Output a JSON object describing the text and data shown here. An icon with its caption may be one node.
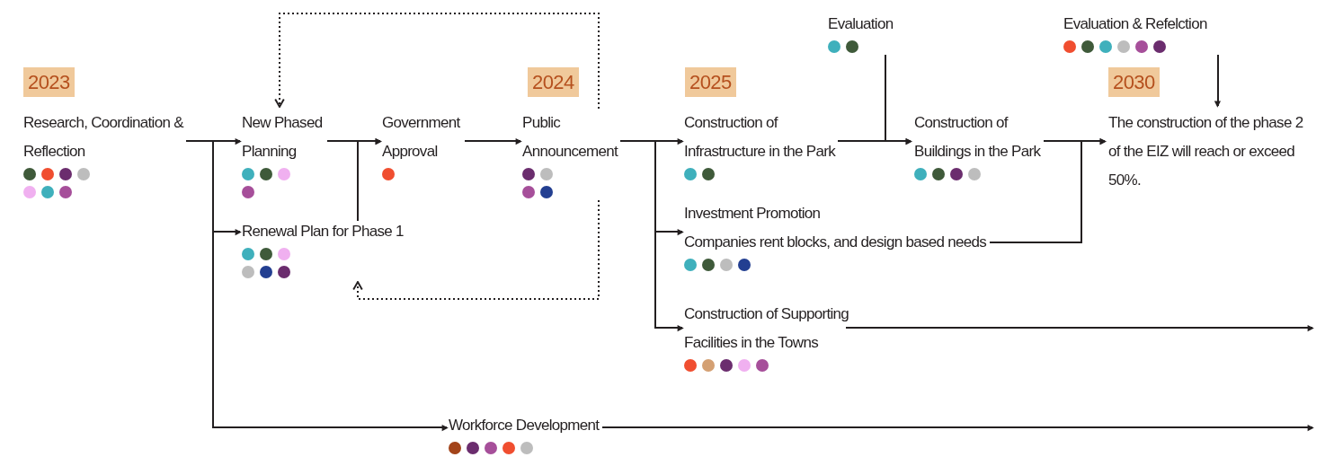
{
  "diagram": {
    "nodes": [
      {
        "text": [
          "Research,  Coordination & Reflection"
        ]
      },
      {
        "text": [
          "New Phased Planning"
        ]
      },
      {
        "text": [
          "Renewal Plan for Phase 1"
        ]
      },
      {
        "text": [
          "Government Approval"
        ]
      },
      {
        "text": [
          "Public Announcement"
        ]
      },
      {
        "text": [
          "Construction of Infrastructure in the Park"
        ]
      },
      {
        "text": [
          "Investment Promotion",
          "Companies rent blocks, and design based needs"
        ]
      },
      {
        "text": [
          "Construction of Supporting Facilities in the Towns"
        ]
      },
      {
        "text": [
          "Workforce Development"
        ]
      },
      {
        "text": [
          "Evaluation"
        ]
      },
      {
        "text": [
          "Construction of Buildings in the Park"
        ]
      },
      {
        "text": [
          "Evaluation & Refelction"
        ]
      },
      {
        "text": [
          "The construction of the phase 2 of the EIZ will reach or exceed 50%."
        ]
      }
    ],
    "edges": [
      {
        "from": 0,
        "to": 1,
        "arrow": "to"
      },
      {
        "from": 0,
        "to": 2,
        "arrow": "to"
      },
      {
        "from": 0,
        "to": 8,
        "arrow": "to"
      },
      {
        "from": 1,
        "to": 3,
        "arrow": "to"
      },
      {
        "from": 2,
        "to": 3,
        "arrow": "to"
      },
      {
        "from": 3,
        "to": 4,
        "arrow": "to"
      },
      {
        "from": 4,
        "to": 1,
        "arrow": "to",
        "style": "dashed"
      },
      {
        "from": 4,
        "to": 2,
        "arrow": "to",
        "style": "dashed"
      },
      {
        "from": 4,
        "to": 5,
        "arrow": "to"
      },
      {
        "from": 4,
        "to": 6,
        "arrow": "to"
      },
      {
        "from": 4,
        "to": 7,
        "arrow": "to"
      },
      {
        "from": 5,
        "to": 10,
        "arrow": "to"
      },
      {
        "from": 9,
        "to": 10,
        "arrow": "to"
      },
      {
        "from": 10,
        "to": 12,
        "arrow": "to"
      },
      {
        "from": 6,
        "to": 12,
        "arrow": "to"
      },
      {
        "from": 11,
        "to": 12,
        "arrow": "to"
      },
      {
        "from": 7,
        "to": null,
        "arrow": "to"
      },
      {
        "from": 8,
        "to": null,
        "arrow": "to"
      }
    ],
    "labels": [
      "2023",
      "2024",
      "2025",
      "2030"
    ]
  }
}
